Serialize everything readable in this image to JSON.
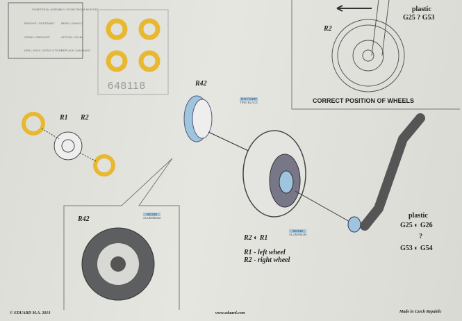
{
  "legend": {
    "symmetrical": "SYMETRICAL ASSEMBLY / SYMETRICKÁ MONTÁŽ",
    "items": [
      {
        "icon": "remove-icon",
        "label": "REMOVE / ODSTRANIT"
      },
      {
        "icon": "bend-icon",
        "label": "BEND / OHNOUT"
      },
      {
        "icon": "grind-icon",
        "label": "GRIND / OBROUSIT"
      },
      {
        "icon": "option-icon",
        "label": "OPTION / VOLBA"
      },
      {
        "icon": "drill-icon",
        "label": "DRILL HOLE / VRTAT OTVOR"
      },
      {
        "icon": "replace-icon",
        "label": "REPLACE / NAHRADIT"
      }
    ]
  },
  "mask": {
    "number": "648118",
    "color": "#e8b830"
  },
  "parts": {
    "r42": "R42",
    "r1": "R1",
    "r2": "R2",
    "tire_paint": {
      "codes": "H77 / C137",
      "name": "TIRE BLACK"
    },
    "alu_paint": {
      "codes": "MC218",
      "name": "ALUMINIUM"
    },
    "paint_color": "#9fc4dd",
    "left_wheel": "R1 - left wheel",
    "right_wheel": "R2 - right wheel"
  },
  "correct": {
    "title": "CORRECT POSITION OF WHEELS",
    "plastic": "plastic",
    "parts": "G25 ? G53",
    "label": "R2"
  },
  "strut": {
    "plastic": "plastic",
    "row1": "G25 ◐ G26",
    "opt": "?",
    "row2": "G53 ◐ G54"
  },
  "detail": {
    "label": "R42",
    "paint": {
      "codes": "MC218",
      "name": "ALUMINIUM"
    }
  },
  "footer": {
    "copyright": "© EDUARD  M.A. 2013",
    "url": "www.eduard.com",
    "made": "Made in Czech Republic"
  }
}
